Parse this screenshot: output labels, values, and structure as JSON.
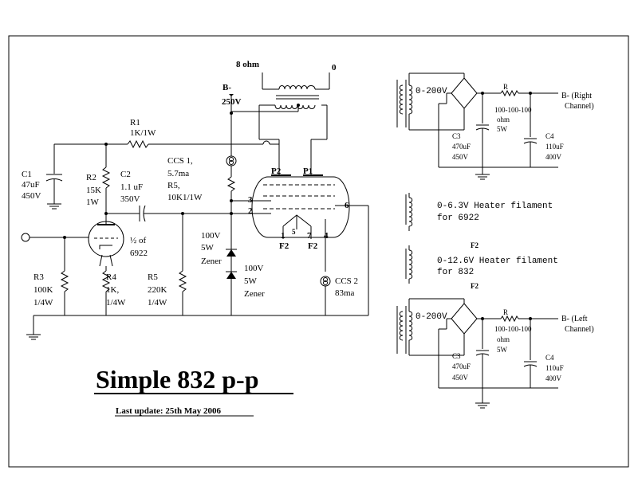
{
  "title": "Simple 832 p-p",
  "last_update": "Last update: 25th May 2006",
  "amp_labels": {
    "out_8ohm": "8 ohm",
    "out_0": "0",
    "b_minus": "B-",
    "b_volts": "250V",
    "r1_name": "R1",
    "r1_val": "1K/1W",
    "c1_name": "C1",
    "c1_val": "47uF",
    "c1_v": "450V",
    "r2_name": "R2",
    "r2_val": "15K",
    "r2_w": "1W",
    "c2_name": "C2",
    "c2_val": "1.1 uF",
    "c2_v": "350V",
    "ccs1_name": "CCS 1,",
    "ccs1_val": "5.7ma",
    "r5a_name": "R5,",
    "r5a_val": "10K1/1W",
    "tube_a_frac": "½ of",
    "tube_a_type": "6922",
    "r3_name": "R3",
    "r3_val": "100K",
    "r3_w": "1/4W",
    "r4_name": "R4",
    "r4_val": "1K,",
    "r4_w": "1/4W",
    "r5b_name": "R5",
    "r5b_val": "220K",
    "r5b_w": "1/4W",
    "z1_v": "100V",
    "z1_w": "5W",
    "z1_t": "Zener",
    "z2_v": "100V",
    "z2_w": "5W",
    "z2_t": "Zener",
    "ccs2_name": "CCS 2",
    "ccs2_val": "83ma",
    "p2": "P2",
    "p1": "P1",
    "pin3": "3",
    "pin2": "2",
    "pin6": "6",
    "pin1": "1",
    "pin5": "5",
    "pin7": "7",
    "pin4": "4",
    "f2_left": "F2",
    "f2_right": "F2"
  },
  "psu_right": {
    "ac": "0-200V",
    "r": "R",
    "r_val": "100-100-100",
    "r_unit": "ohm",
    "r_w": "5W",
    "out1": "B- (Right",
    "out2": "Channel)",
    "c3_name": "C3",
    "c3_val": "470uF",
    "c3_v": "450V",
    "c4_name": "C4",
    "c4_val": "110uF",
    "c4_v": "400V"
  },
  "heater": {
    "h1_line1": "0-6.3V Heater filament",
    "h1_line2": "for 6922",
    "f2_top": "F2",
    "h2_line1": "0-12.6V Heater filament",
    "h2_line2": "for 832",
    "f2_bottom": "F2"
  },
  "psu_left": {
    "ac": "0-200V",
    "r": "R",
    "r_val": "100-100-100",
    "r_unit": "ohm",
    "r_w": "5W",
    "out1": "B- (Left",
    "out2": "Channel)",
    "c3_name": "C3",
    "c3_val": "470uF",
    "c3_v": "450V",
    "c4_name": "C4",
    "c4_val": "110uF",
    "c4_v": "400V"
  }
}
